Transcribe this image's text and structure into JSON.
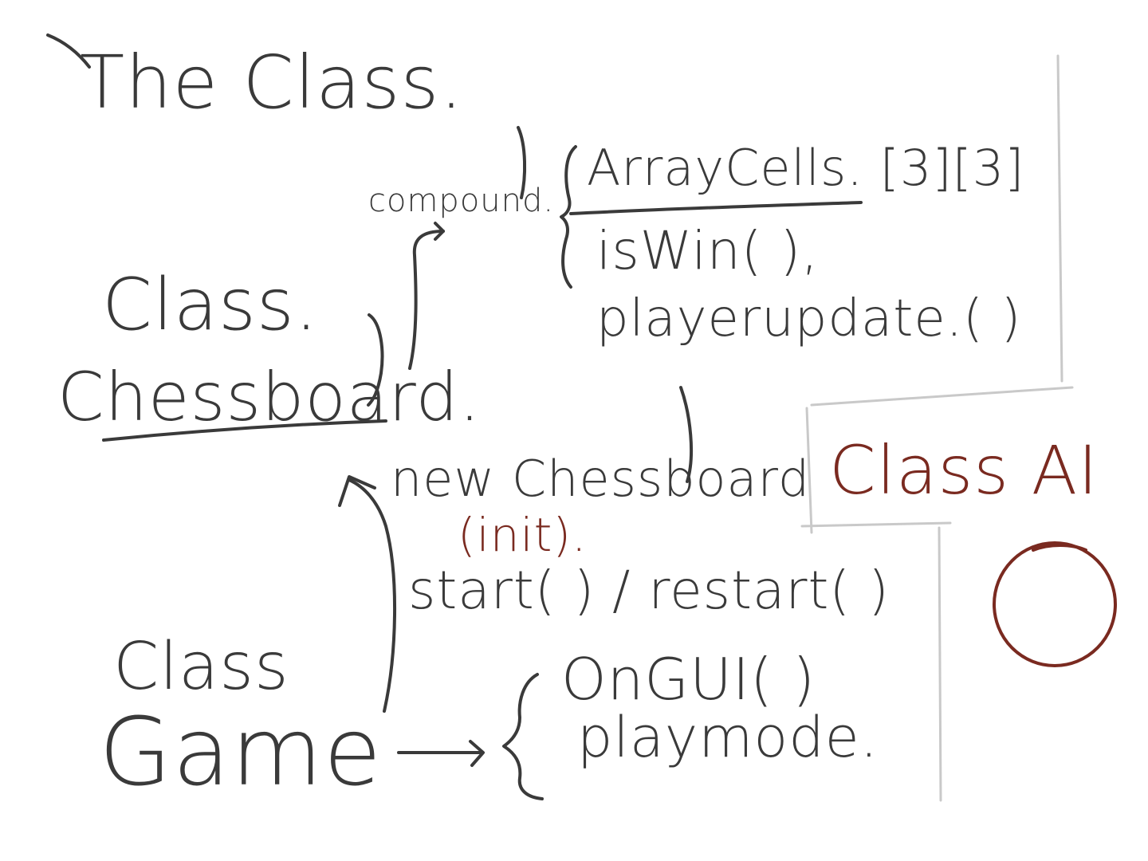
{
  "title": "The Class.",
  "classes": {
    "chessboard": {
      "label": "Class.",
      "name": "Chessboard.",
      "relation": "compound.",
      "fields": [
        "ArrayCells. [3][3]"
      ],
      "methods": [
        "isWin( ),",
        "playerupdate.( )"
      ]
    },
    "game": {
      "label": "Class",
      "name": "Game",
      "create_call": "new Chessboard",
      "init_note": "(init).",
      "lifecycle": "start( ) / restart( )",
      "members": [
        "OnGUI( )",
        "playmode."
      ]
    },
    "ai": {
      "label": "Class AI"
    }
  },
  "colors": {
    "ink": "#3a3a3a",
    "accent": "#7a2a20",
    "frame": "#c9c9c9",
    "background": "#ffffff"
  }
}
